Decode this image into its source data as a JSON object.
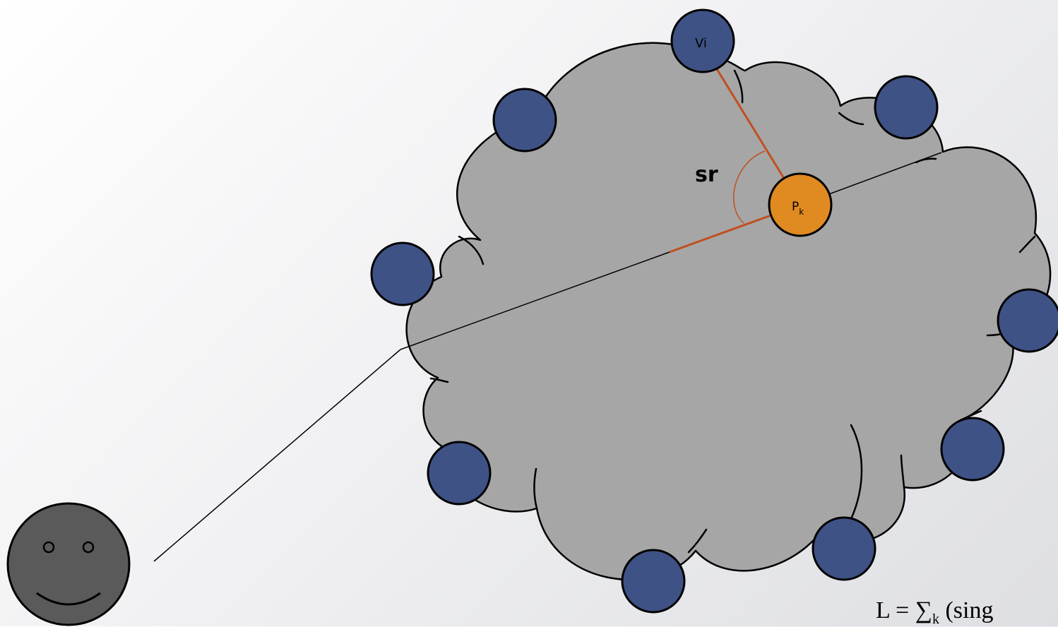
{
  "labels": {
    "vi": "Vi",
    "sr": "sr",
    "pk_main": "P",
    "pk_sub": "k"
  },
  "formula": {
    "prefix": "L = ",
    "sigma": "∑",
    "sigma_sub": "k",
    "rest": " (sing"
  },
  "colors": {
    "cloud_fill": "#a6a6a6",
    "node_fill": "#3f5286",
    "center_node_fill": "#e08a22",
    "highlight_line": "#c0501f",
    "user_fill": "#5a5a5a",
    "background_start": "#ffffff",
    "background_end": "#dedfe3"
  },
  "icons": {
    "user": "smiley-face-icon",
    "network": "cloud-icon"
  }
}
